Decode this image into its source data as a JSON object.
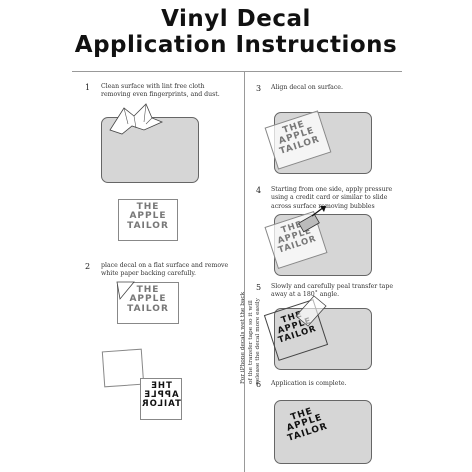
{
  "title": {
    "line1": "Vinyl Decal",
    "line2": "Application Instructions"
  },
  "steps": [
    {
      "number": "1",
      "text": "Clean surface with lint free cloth removing even fingerprints, and dust."
    },
    {
      "number": "2",
      "text": "place decal on a flat surface and remove white paper backing carefully."
    },
    {
      "number": "3",
      "text": "Align decal on surface."
    },
    {
      "number": "4",
      "text": "Starting from one side, apply pressure using a credit card or similar to slide across surface removing bubbles"
    },
    {
      "number": "5",
      "text": "Slowly and carefully peal transfer tape away at a 180˚ angle."
    },
    {
      "number": "6",
      "text": "Application is complete."
    }
  ],
  "side_note": {
    "line1": "For iPhone decals wet the back",
    "line2": "of the transfer tape so it will",
    "line3": "release the decal more easily"
  },
  "logo": {
    "line1": "THE",
    "line2": "APPLE",
    "line3": "TAILOR"
  },
  "colors": {
    "plate": "#d6d6d6",
    "logo_gray": "#777777",
    "logo_dark": "#111111"
  },
  "icons": [
    "cloth-icon",
    "credit-card-icon",
    "arrow-icon"
  ]
}
